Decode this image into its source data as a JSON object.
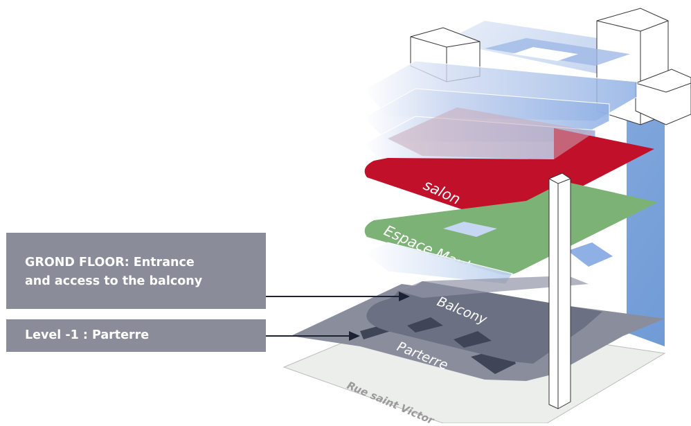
{
  "callouts": {
    "ground_floor": "GROND FLOOR: Entrance\nand access to the balcony",
    "level_minus_1": "Level -1 : Parterre"
  },
  "floor_labels": {
    "salon": "salon",
    "espace_maubert": "Espace Maubert",
    "balcony": "Balcony",
    "parterre": "Parterre"
  },
  "street_label": "Rue saint Victor",
  "colors": {
    "salon": "#c0102a",
    "espace_maubert": "#7cb275",
    "balcony": "#6b7082",
    "parterre": "#8a8e9c",
    "glass_floor": "#aabfe6",
    "building_side": "#5f8fd0",
    "callout_bg": "#8a8d99",
    "arrow": "#1c2233"
  }
}
